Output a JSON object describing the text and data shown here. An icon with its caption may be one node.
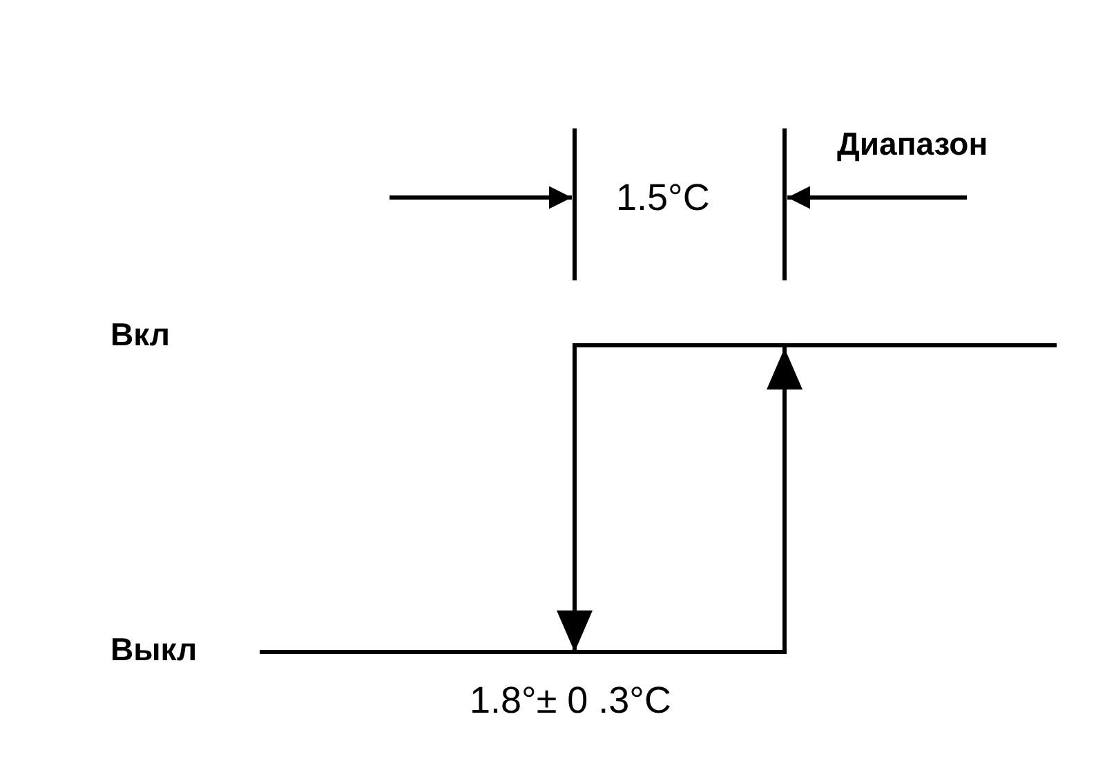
{
  "diagram": {
    "labels": [
      "Диапазон",
      "1.5°C",
      "Вкл",
      "Выкл",
      "1.8°± 0 .3°C"
    ]
  }
}
